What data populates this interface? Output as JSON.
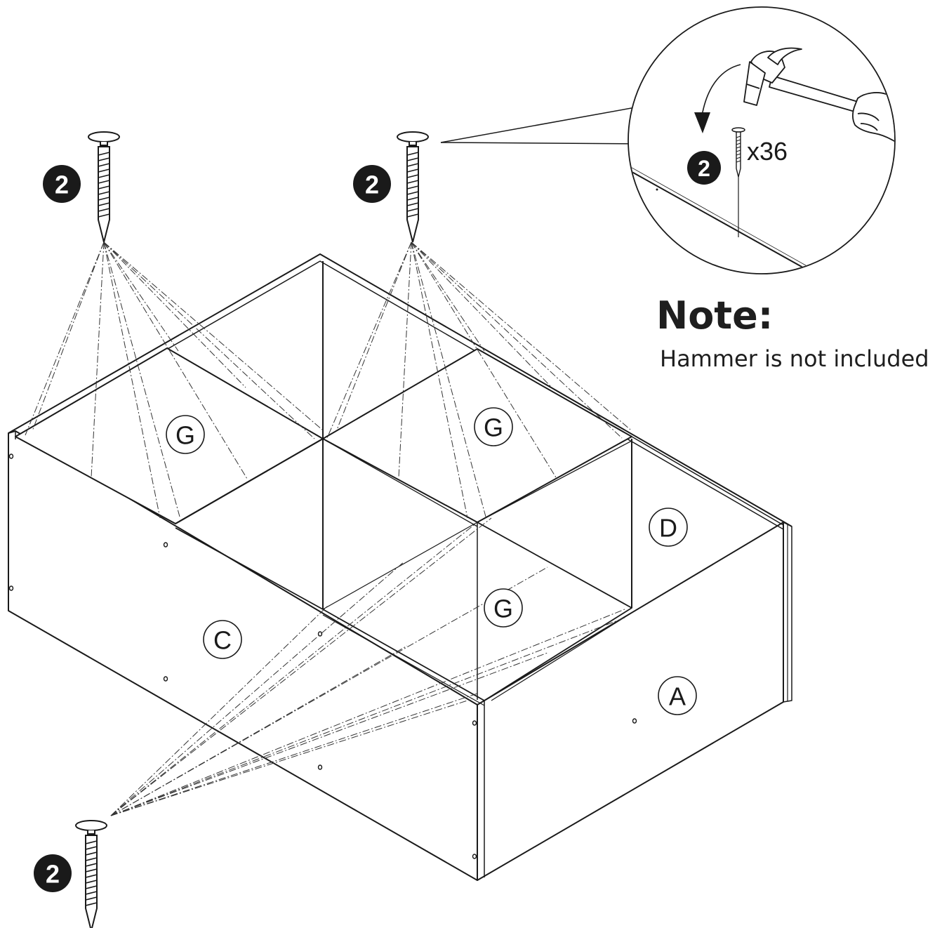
{
  "note": {
    "title": "Note:",
    "text": "Hammer is not included"
  },
  "detail": {
    "step_number": "2",
    "quantity": "x36"
  },
  "callouts": [
    "2",
    "2",
    "2"
  ],
  "parts": {
    "shelf_left": "G",
    "shelf_right": "G",
    "shelf_front": "G",
    "divider": "D",
    "side_panel": "C",
    "end_panel": "A"
  },
  "icons": {
    "nail": "nail-icon",
    "hammer": "hammer-icon",
    "hand": "hand-icon",
    "arrow": "curved-arrow-icon"
  }
}
